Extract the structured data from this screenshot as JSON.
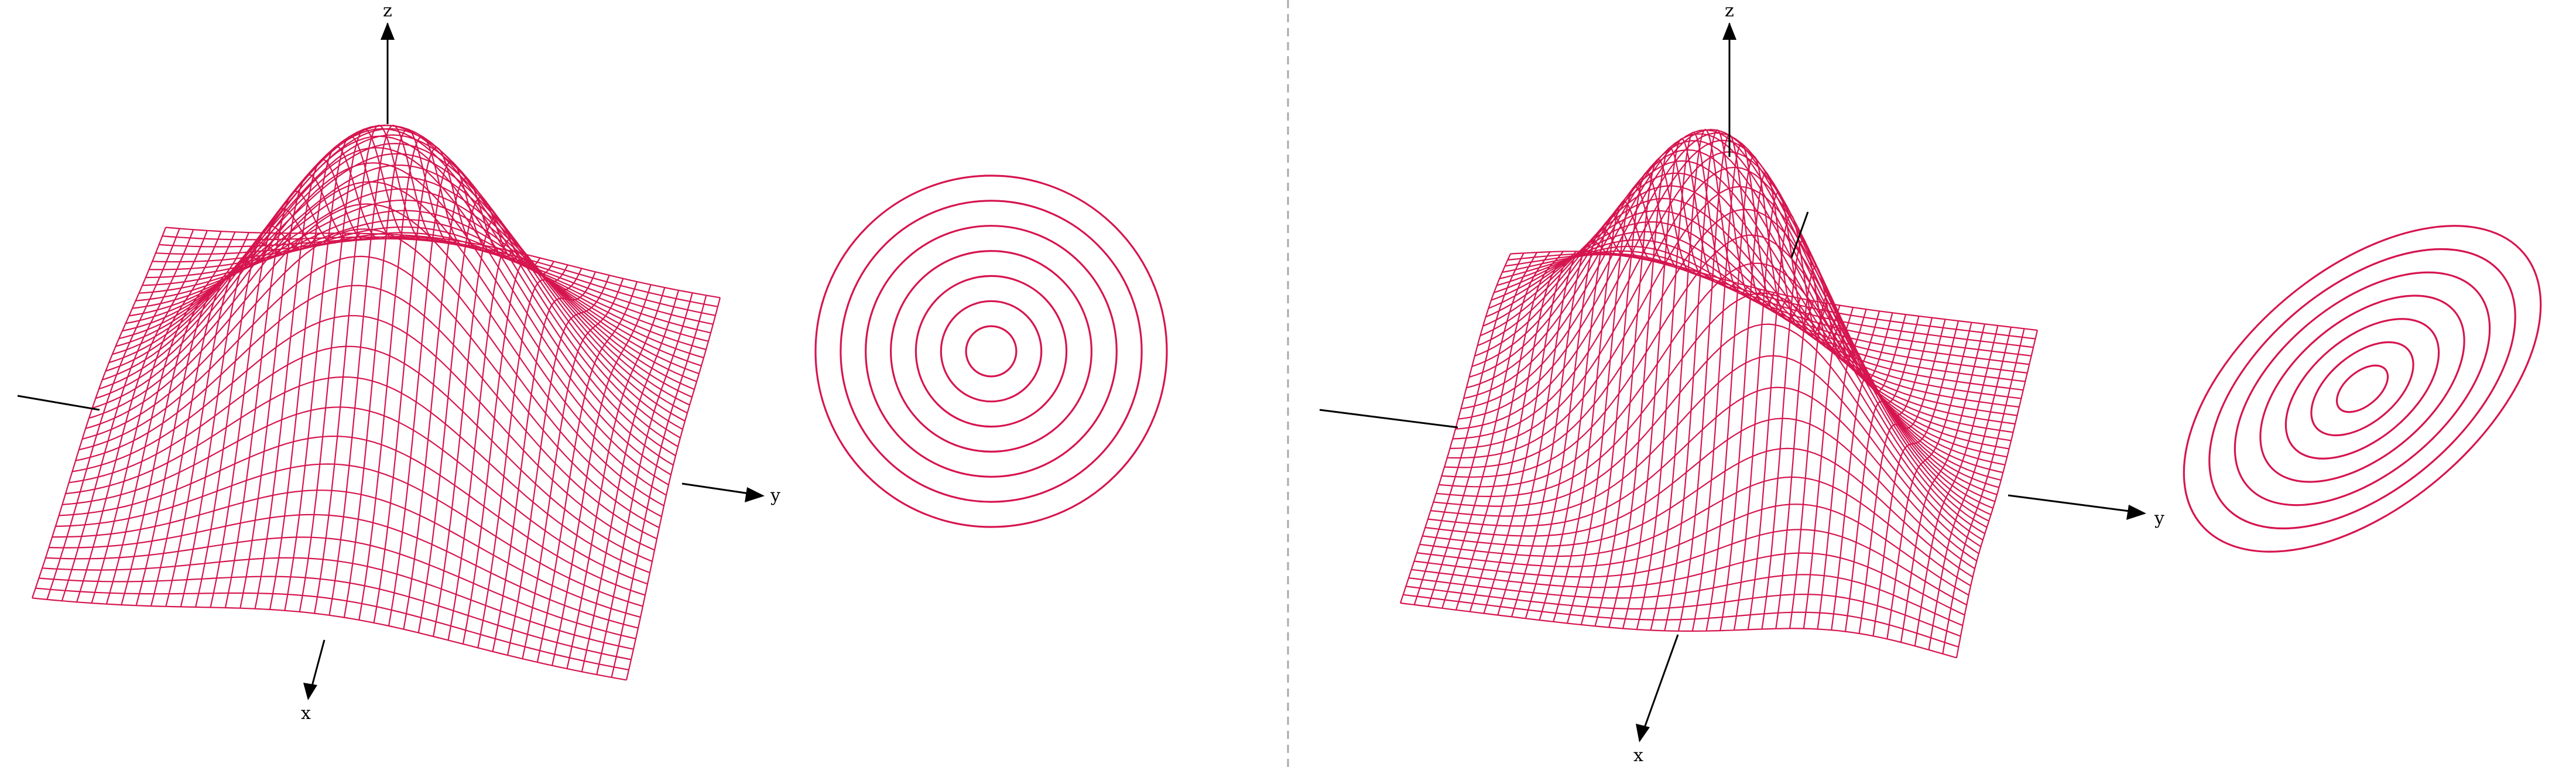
{
  "colors": {
    "mesh": "#d6154f",
    "axis": "#000000",
    "divider": "#a8a8a8",
    "background": "#ffffff"
  },
  "panels": [
    {
      "id": "uncorrelated",
      "axis_labels": {
        "x": "x",
        "y": "y",
        "z": "z"
      },
      "surface": {
        "function": "bivariate-gaussian",
        "correlation": 0,
        "grid_lines": 40
      },
      "contours": {
        "shape": "circle",
        "count": 7,
        "correlation": 0
      }
    },
    {
      "id": "correlated",
      "axis_labels": {
        "x": "x",
        "y": "y",
        "z": "z"
      },
      "surface": {
        "function": "bivariate-gaussian",
        "correlation": 0.6,
        "grid_lines": 40
      },
      "contours": {
        "shape": "ellipse",
        "count": 7,
        "correlation": 0.6
      }
    }
  ]
}
